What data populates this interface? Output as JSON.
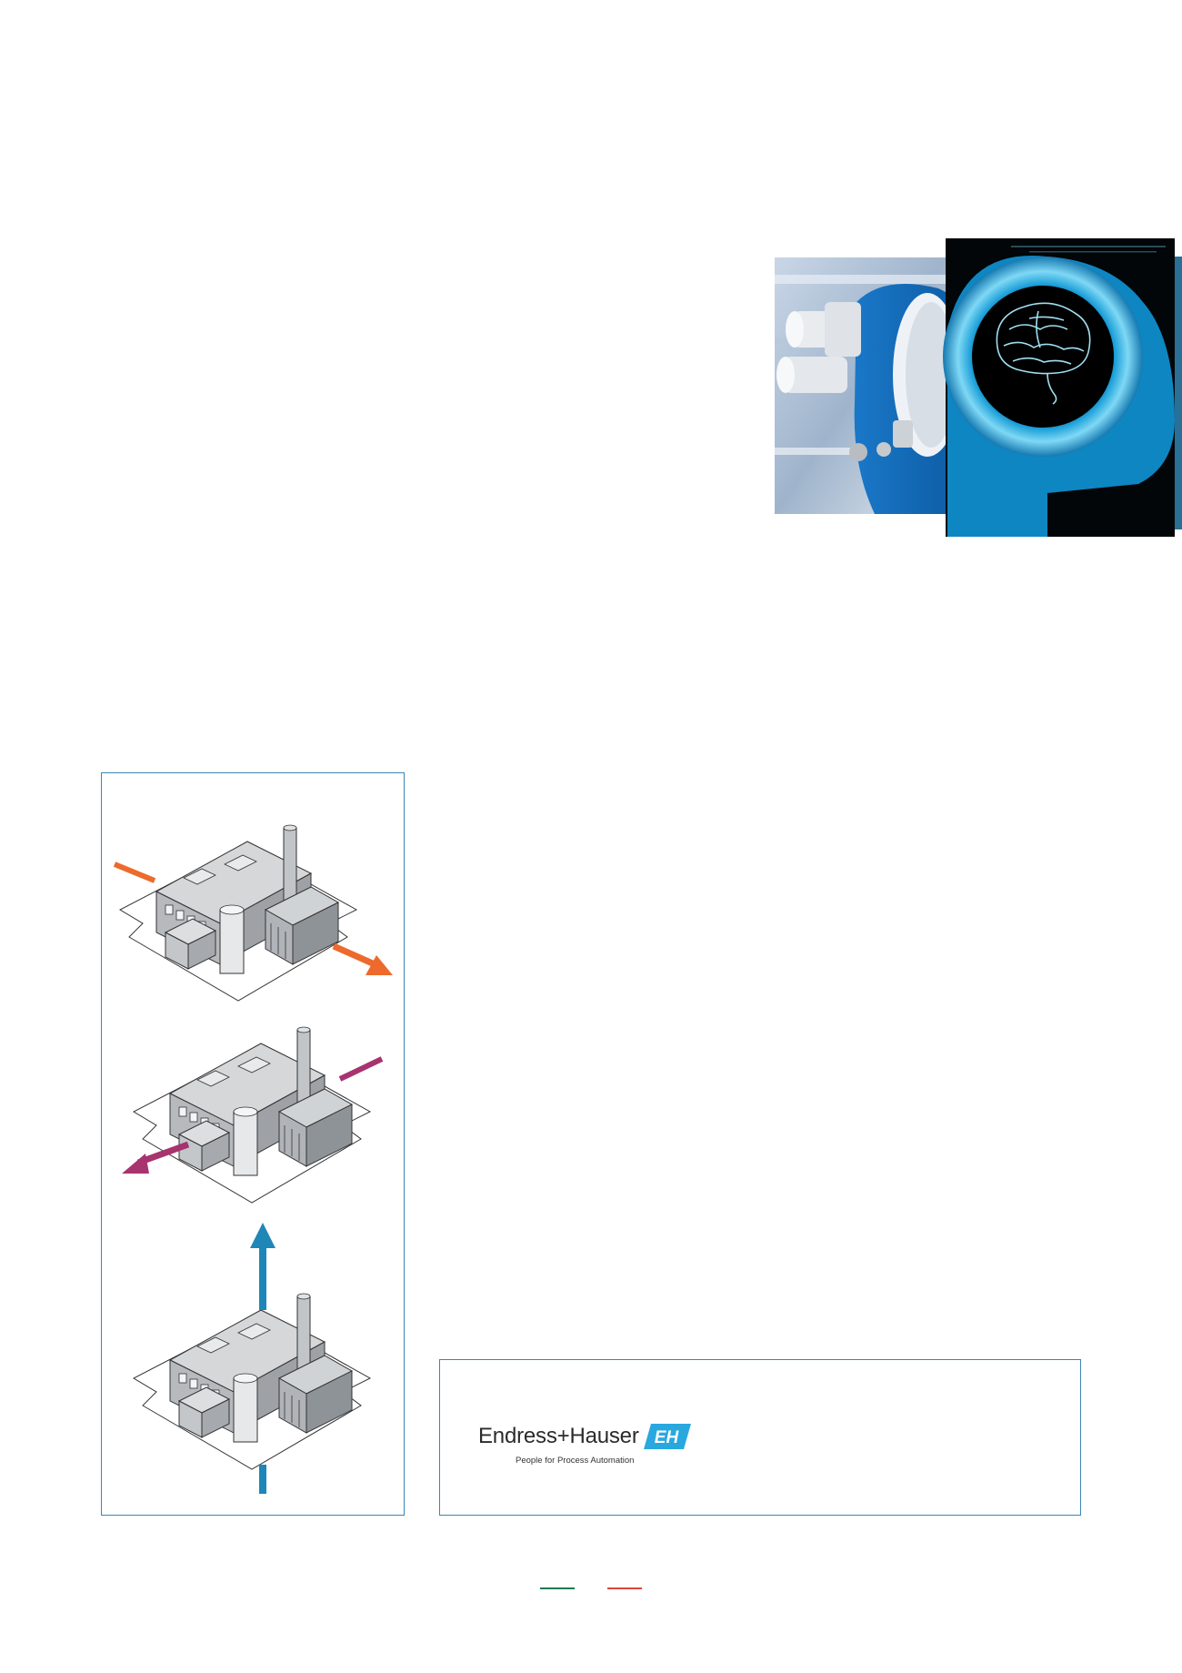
{
  "brand": {
    "name": "Endress+Hauser",
    "tagline": "People for Process Automation",
    "badge": "EH",
    "color": "#29a8e0"
  },
  "accents": {
    "panel_border": "#3a86b5",
    "arrow_orange": "#ec6a2c",
    "arrow_magenta": "#a7336f",
    "arrow_blue": "#1f86b8",
    "rule_green": "#1e7a52",
    "rule_red": "#e0433a"
  },
  "icons": [
    "brain-icon",
    "factory-icon",
    "arrow-icon",
    "eh-logo-icon"
  ]
}
